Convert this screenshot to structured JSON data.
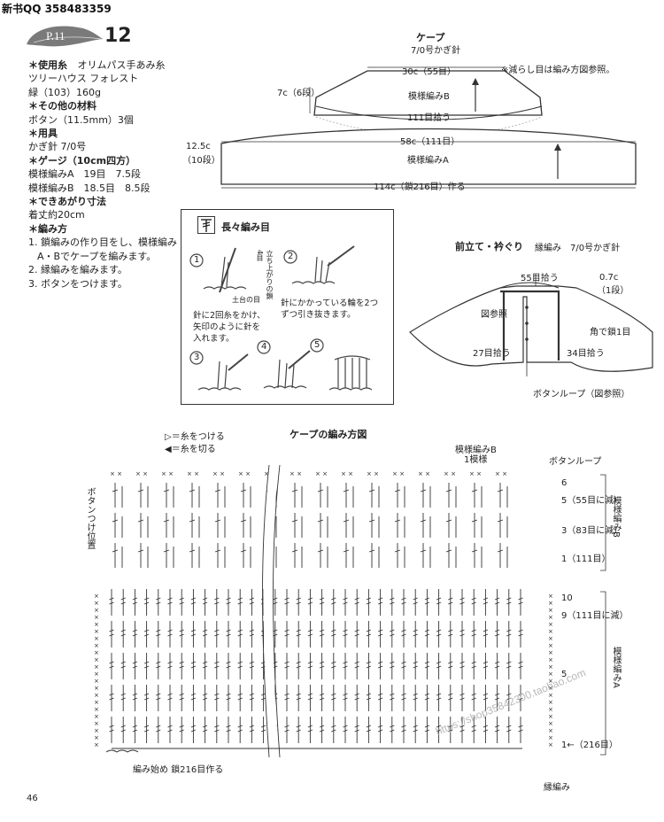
{
  "header": {
    "qq_label": "新书QQ 358483359"
  },
  "pattern": {
    "page_tag": "P.11",
    "number": "12"
  },
  "materials": {
    "yarn_h": "＊使用糸",
    "yarn_1": "オリムパス手あみ糸",
    "yarn_2": "ツリーハウス フォレスト",
    "yarn_3": "緑（103）160g",
    "other_h": "＊その他の材料",
    "other_1": "ボタン（11.5mm）3個",
    "tools_h": "＊用具",
    "tools_1": "かぎ針 7/0号",
    "gauge_h": "＊ゲージ（10cm四方）",
    "gauge_a": "模様編みA　19目　7.5段",
    "gauge_b": "模様編みB　18.5目　8.5段",
    "size_h": "＊できあがり寸法",
    "size_1": "着丈約20cm",
    "method_h": "＊編み方",
    "method_1a": "1. 鎖編みの作り目をし、模様編み",
    "method_1b": "A・Bでケープを編みます。",
    "method_2": "2. 縁編みを編みます。",
    "method_3": "3. ボタンをつけます。"
  },
  "cape": {
    "title": "ケープ",
    "hook": "7/0号かぎ針",
    "note": "※減らし目は編み方図参照。",
    "top_width": "30c（55目）",
    "upper_height": "7c（6段）",
    "pattern_b": "模様編みB",
    "pick_up": "111目拾う",
    "mid_width": "58c（111目）",
    "lower_height_1": "12.5c",
    "lower_height_2": "（10段）",
    "pattern_a": "模様編みA",
    "bottom": "114c（鎖216目）作る"
  },
  "stitch_box": {
    "title": "長々編み目",
    "label_up_1": "立ち上がりの",
    "label_up_2": "鎖4目",
    "label_base": "土台の目",
    "step1_1": "針に2回糸をかけ、",
    "step1_2": "矢印のように針を",
    "step1_3": "入れます。",
    "step2_1": "針にかかっている輪を2つ",
    "step2_2": "ずつ引き抜きます。",
    "n1": "1",
    "n2": "2",
    "n3": "3",
    "n4": "4",
    "n5": "5"
  },
  "edging": {
    "title": "前立て・衿ぐり",
    "sub": "縁編み　7/0号かぎ針",
    "pick55": "55目拾う",
    "width": "0.7c",
    "rows": "（1段）",
    "see_fig": "図参照",
    "corner": "角で鎖1目",
    "pick27": "27目拾う",
    "pick34": "34目拾う",
    "loop": "ボタンループ（図参照）"
  },
  "chart": {
    "title": "ケープの編み方図",
    "legend_attach": "＝糸をつける",
    "legend_cut": "＝糸を切る",
    "pattern_b": "模様編みB",
    "repeat": "1模様",
    "button_loop": "ボタンループ",
    "button_pos": "ボタンつけ位置",
    "r6": "6",
    "r5": "5（55目に減）",
    "r3": "3（83目に減）",
    "r1": "1（111目）",
    "r10": "10",
    "r9": "9（111目に減）",
    "r5a": "5",
    "r1a": "1←（216目）",
    "side_b": "模様編みB",
    "side_a": "模様編みA",
    "start": "編み始め 鎖216目作る",
    "edge": "縁編み"
  },
  "footer": {
    "page_number": "46",
    "watermark": "https://shop35842300.taobao.com"
  }
}
